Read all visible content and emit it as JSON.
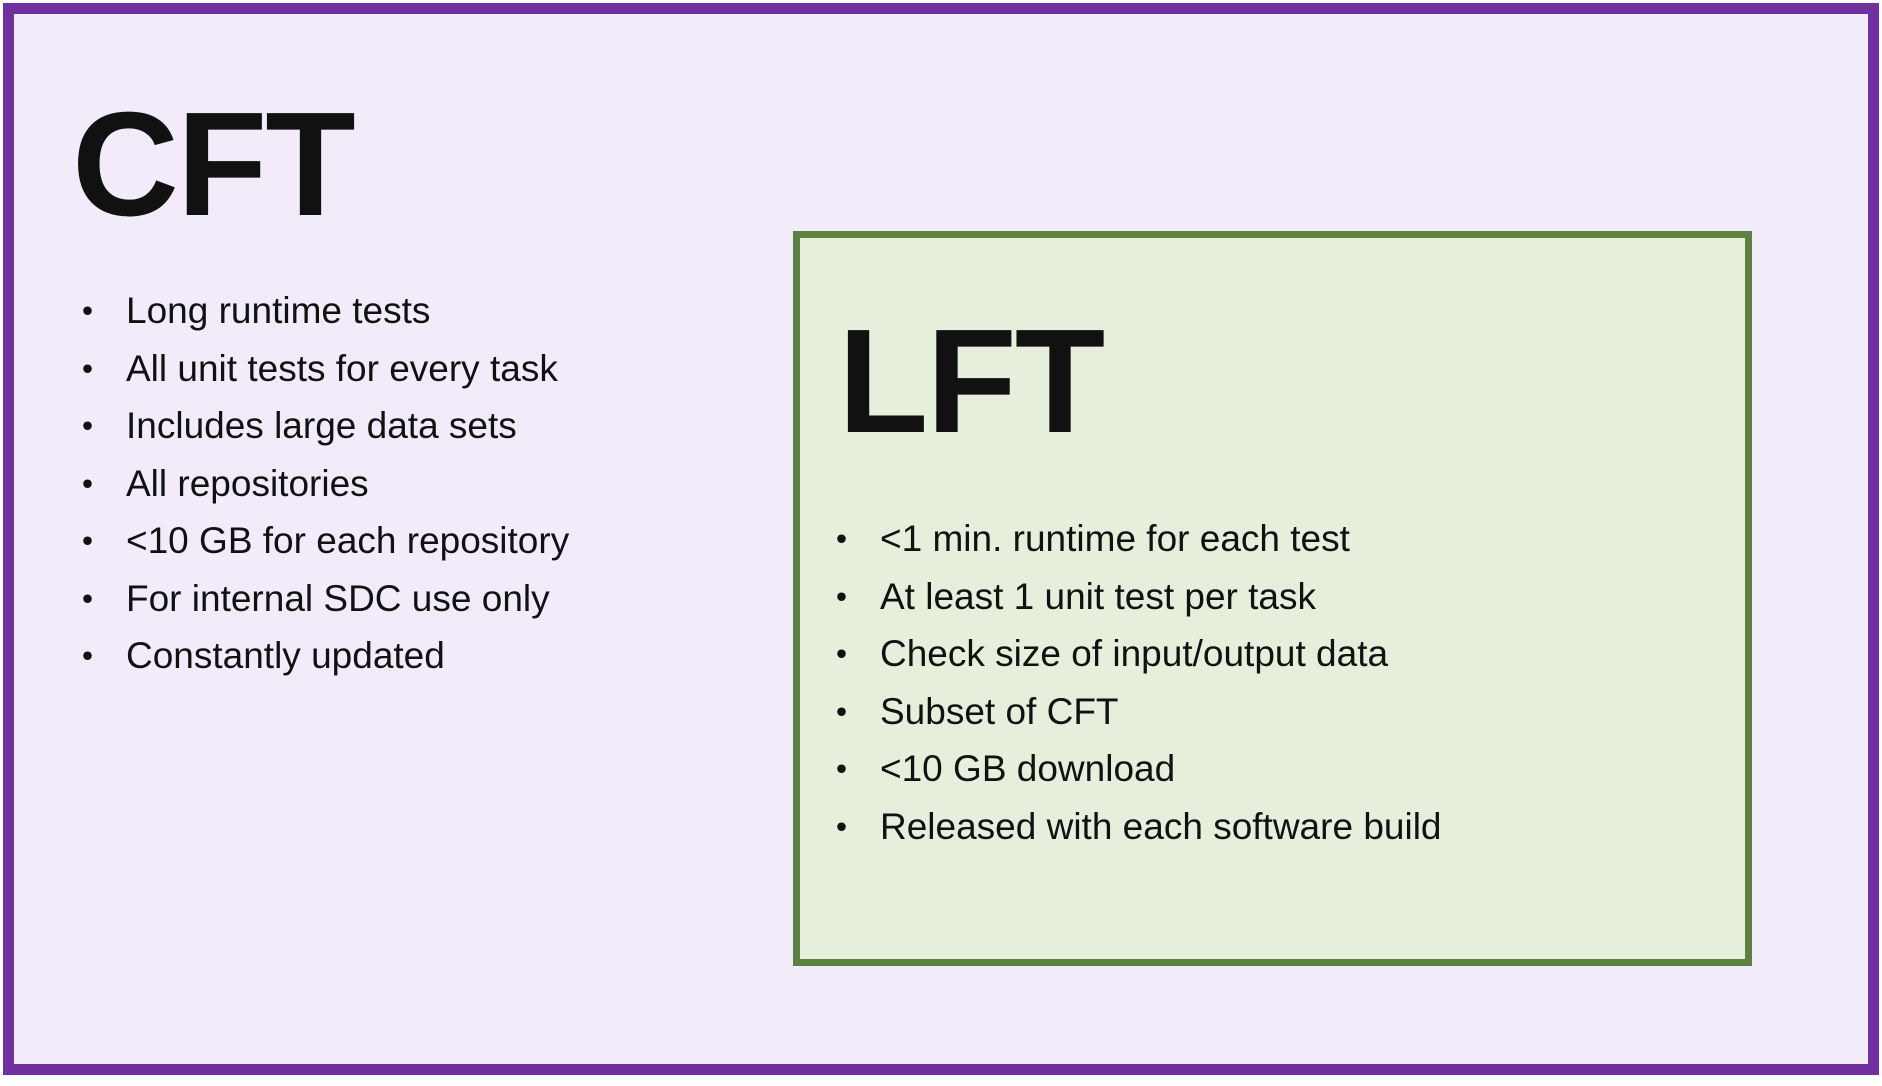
{
  "slide": {
    "outer_box": {
      "title": "CFT",
      "bullets": [
        "Long runtime tests",
        "All unit tests for every task",
        "Includes large data sets",
        "All repositories",
        "<10 GB for each repository",
        "For internal SDC use only",
        "Constantly updated"
      ]
    },
    "inner_box": {
      "title": "LFT",
      "bullets": [
        "<1 min. runtime for each test",
        "At least 1 unit test per task",
        "Check size of input/output data",
        "Subset of CFT",
        "<10 GB download",
        "Released with each software build"
      ]
    }
  },
  "colors": {
    "purple_border": "#7030A0",
    "lavender_fill": "#F2ECFA",
    "green_border": "#5D8140",
    "green_fill": "#E5EFDC",
    "text": "#111111"
  }
}
